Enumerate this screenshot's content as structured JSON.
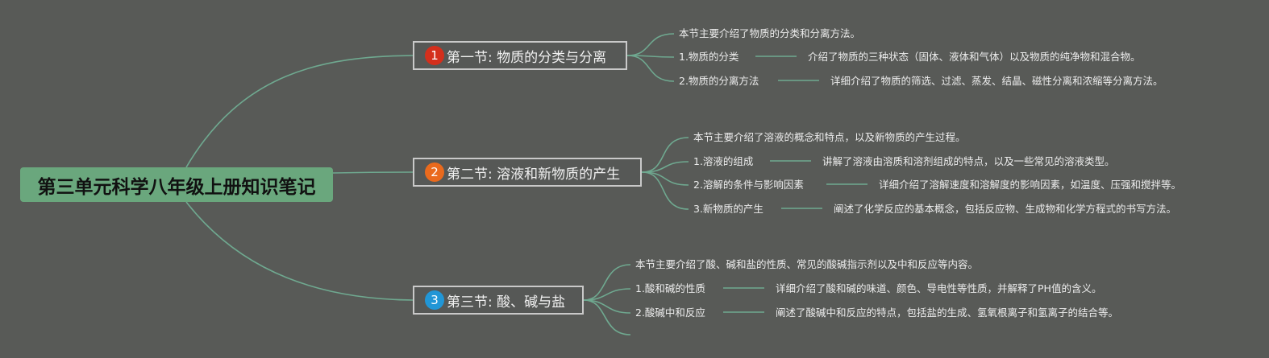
{
  "root": {
    "title": "第三单元科学八年级上册知识笔记",
    "color": "#6aa77d"
  },
  "line_color": "#6fa990",
  "sections": [
    {
      "title": "第一节: 物质的分类与分离",
      "badge": "1",
      "badge_color": "#d42f1c",
      "summary": "本节主要介绍了物质的分类和分离方法。",
      "topics": [
        {
          "label": "1.物质的分类",
          "detail": "介绍了物质的三种状态（固体、液体和气体）以及物质的纯净物和混合物。"
        },
        {
          "label": "2.物质的分离方法",
          "detail": "详细介绍了物质的筛选、过滤、蒸发、结晶、磁性分离和浓缩等分离方法。"
        }
      ]
    },
    {
      "title": "第二节: 溶液和新物质的产生",
      "badge": "2",
      "badge_color": "#ea6a1d",
      "summary": "本节主要介绍了溶液的概念和特点，以及新物质的产生过程。",
      "topics": [
        {
          "label": "1.溶液的组成",
          "detail": "讲解了溶液由溶质和溶剂组成的特点，以及一些常见的溶液类型。"
        },
        {
          "label": "2.溶解的条件与影响因素",
          "detail": "详细介绍了溶解速度和溶解度的影响因素，如温度、压强和搅拌等。"
        },
        {
          "label": "3.新物质的产生",
          "detail": "阐述了化学反应的基本概念，包括反应物、生成物和化学方程式的书写方法。"
        }
      ]
    },
    {
      "title": "第三节: 酸、碱与盐",
      "badge": "3",
      "badge_color": "#2196d6",
      "summary": "本节主要介绍了酸、碱和盐的性质、常见的酸碱指示剂以及中和反应等内容。",
      "topics": [
        {
          "label": "1.酸和碱的性质",
          "detail": "详细介绍了酸和碱的味道、颜色、导电性等性质，并解释了PH值的含义。"
        },
        {
          "label": "2.酸碱中和反应",
          "detail": "阐述了酸碱中和反应的特点，包括盐的生成、氢氧根离子和氢离子的结合等。"
        }
      ]
    }
  ]
}
